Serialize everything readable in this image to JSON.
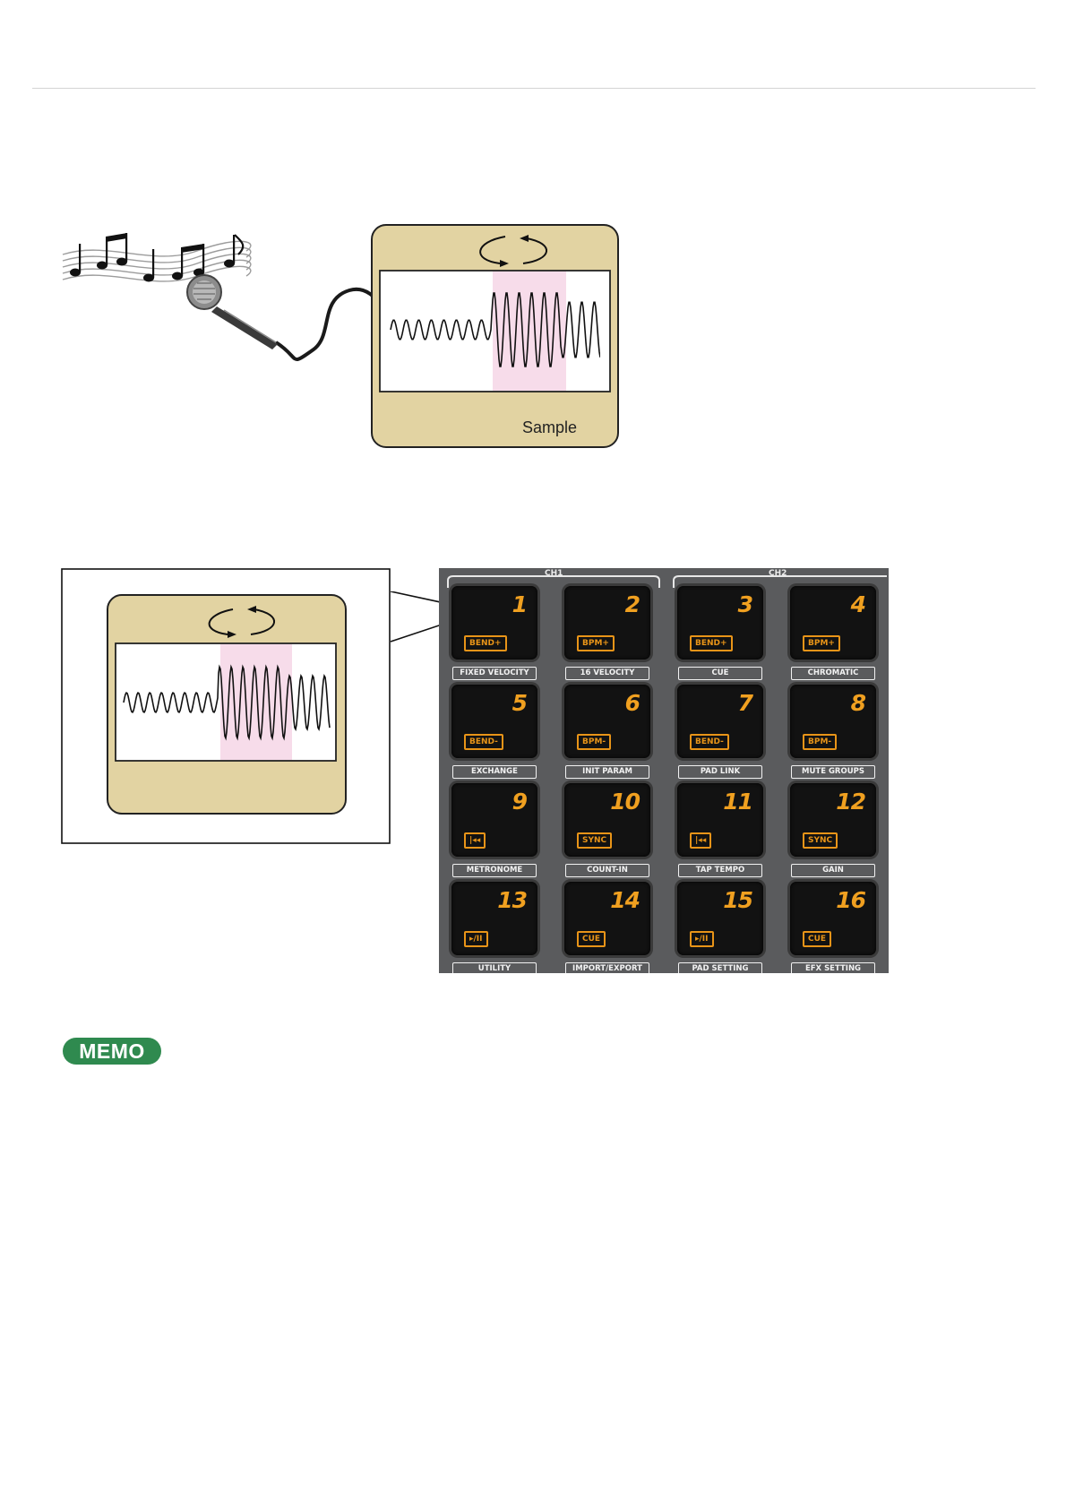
{
  "figure1": {
    "sample_label": "Sample",
    "icons": [
      "music-notes-icon",
      "microphone-icon",
      "loop-arrows-icon"
    ]
  },
  "pads": {
    "group_labels": [
      "CH1",
      "CH2"
    ],
    "items": [
      {
        "number": "1",
        "function": "BEND+",
        "label": "FIXED VELOCITY"
      },
      {
        "number": "2",
        "function": "BPM+",
        "label": "16 VELOCITY"
      },
      {
        "number": "3",
        "function": "BEND+",
        "label": "CUE"
      },
      {
        "number": "4",
        "function": "BPM+",
        "label": "CHROMATIC"
      },
      {
        "number": "5",
        "function": "BEND-",
        "label": "EXCHANGE"
      },
      {
        "number": "6",
        "function": "BPM-",
        "label": "INIT PARAM"
      },
      {
        "number": "7",
        "function": "BEND-",
        "label": "PAD LINK"
      },
      {
        "number": "8",
        "function": "BPM-",
        "label": "MUTE GROUPS"
      },
      {
        "number": "9",
        "function": "|◂◂",
        "label": "METRONOME"
      },
      {
        "number": "10",
        "function": "SYNC",
        "label": "COUNT-IN"
      },
      {
        "number": "11",
        "function": "|◂◂",
        "label": "TAP TEMPO"
      },
      {
        "number": "12",
        "function": "SYNC",
        "label": "GAIN"
      },
      {
        "number": "13",
        "function": "▸/II",
        "label": "UTILITY"
      },
      {
        "number": "14",
        "function": "CUE",
        "label": "IMPORT/EXPORT"
      },
      {
        "number": "15",
        "function": "▸/II",
        "label": "PAD SETTING"
      },
      {
        "number": "16",
        "function": "CUE",
        "label": "EFX SETTING"
      }
    ]
  },
  "memo": {
    "label": "MEMO"
  }
}
